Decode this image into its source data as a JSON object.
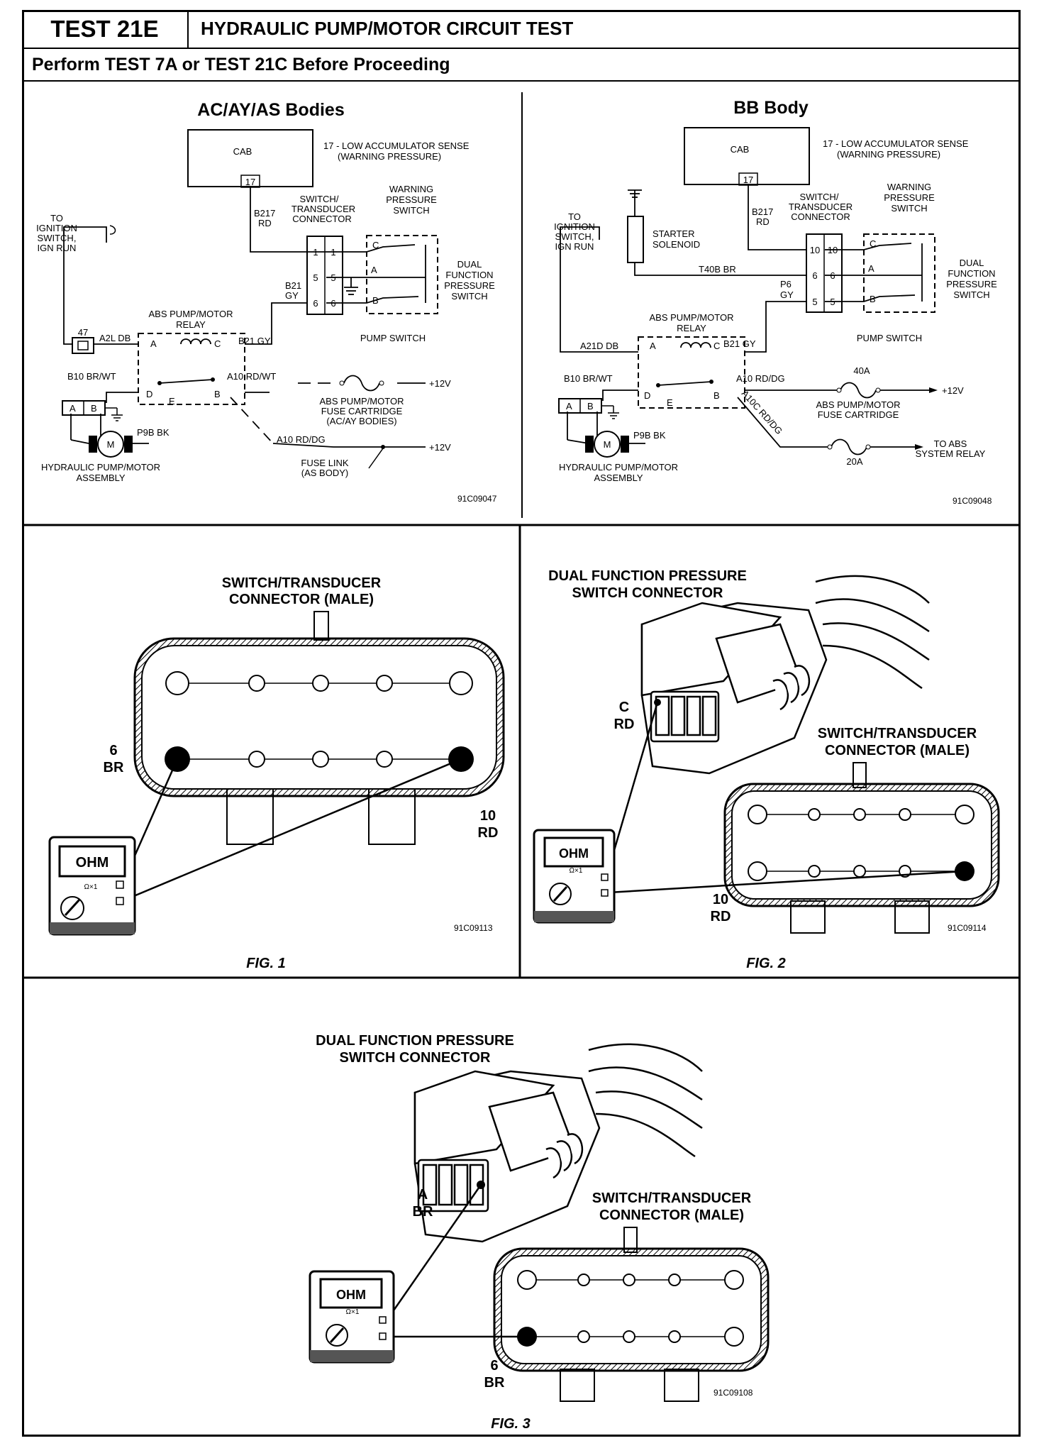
{
  "header": {
    "test_id": "TEST 21E",
    "title": "HYDRAULIC PUMP/MOTOR CIRCUIT TEST",
    "prerequisite": "Perform TEST 7A or TEST 21C Before Proceeding"
  },
  "schematic_left": {
    "heading": "AC/AY/AS Bodies",
    "cab": "CAB",
    "cab_pin": "17",
    "sense_note_1": "17 - LOW ACCUMULATOR SENSE",
    "sense_note_2": "(WARNING PRESSURE)",
    "wire_b217": "B217",
    "wire_b217_color": "RD",
    "connector_label_1": "SWITCH/",
    "connector_label_2": "TRANSDUCER",
    "connector_label_3": "CONNECTOR",
    "warning_label_1": "WARNING",
    "warning_label_2": "PRESSURE",
    "warning_label_3": "SWITCH",
    "ignition_1": "TO",
    "ignition_2": "IGNITION",
    "ignition_3": "SWITCH,",
    "ignition_4": "IGN RUN",
    "pins_left": [
      "1",
      "5",
      "6"
    ],
    "pins_right": [
      "1",
      "5",
      "6"
    ],
    "switch_pins": [
      "C",
      "A",
      "B"
    ],
    "dual_1": "DUAL",
    "dual_2": "FUNCTION",
    "dual_3": "PRESSURE",
    "dual_4": "SWITCH",
    "wire_b21": "B21",
    "wire_b21_color": "GY",
    "relay_label_1": "ABS PUMP/MOTOR",
    "relay_label_2": "RELAY",
    "pump_switch": "PUMP SWITCH",
    "fuse_47": "47",
    "wire_a2l": "A2L DB",
    "relay_a": "A",
    "relay_c": "C",
    "relay_d": "D",
    "relay_e": "E",
    "relay_b": "B",
    "wire_b21_gy": "B21 GY",
    "wire_b10": "B10 BR/WT",
    "wire_a10": "A10 RD/WT",
    "plus12": "+12V",
    "fuse_cart_1": "ABS PUMP/MOTOR",
    "fuse_cart_2": "FUSE CARTRIDGE",
    "fuse_cart_3": "(AC/AY BODIES)",
    "wire_a10_dg": "A10 RD/DG",
    "fuse_link_1": "FUSE LINK",
    "fuse_link_2": "(AS BODY)",
    "plug_a": "A",
    "plug_b": "B",
    "wire_p9b": "P9B BK",
    "motor": "M",
    "assembly_1": "HYDRAULIC PUMP/MOTOR",
    "assembly_2": "ASSEMBLY",
    "fig_id": "91C09047"
  },
  "schematic_right": {
    "heading": "BB Body",
    "cab": "CAB",
    "cab_pin": "17",
    "sense_note_1": "17 - LOW ACCUMULATOR SENSE",
    "sense_note_2": "(WARNING PRESSURE)",
    "wire_b217": "B217",
    "wire_b217_color": "RD",
    "connector_label_1": "SWITCH/",
    "connector_label_2": "TRANSDUCER",
    "connector_label_3": "CONNECTOR",
    "warning_label_1": "WARNING",
    "warning_label_2": "PRESSURE",
    "warning_label_3": "SWITCH",
    "ignition_1": "TO",
    "ignition_2": "IGNITION",
    "ignition_3": "SWITCH,",
    "ignition_4": "IGN RUN",
    "starter_1": "STARTER",
    "starter_2": "SOLENOID",
    "wire_t40b": "T40B BR",
    "pins_left": [
      "10",
      "6",
      "5"
    ],
    "pins_right": [
      "10",
      "6",
      "5"
    ],
    "switch_pins": [
      "C",
      "A",
      "B"
    ],
    "dual_1": "DUAL",
    "dual_2": "FUNCTION",
    "dual_3": "PRESSURE",
    "dual_4": "SWITCH",
    "wire_p6": "P6",
    "wire_p6_color": "GY",
    "relay_label_1": "ABS PUMP/MOTOR",
    "relay_label_2": "RELAY",
    "pump_switch": "PUMP SWITCH",
    "wire_a21d": "A21D DB",
    "relay_a": "A",
    "relay_c": "C",
    "relay_d": "D",
    "relay_e": "E",
    "relay_b": "B",
    "wire_b21_gy": "B21 GY",
    "wire_b10": "B10 BR/WT",
    "wire_a10": "A10 RD/DG",
    "fuse_40a": "40A",
    "plus12": "+12V",
    "fuse_cart_1": "ABS PUMP/MOTOR",
    "fuse_cart_2": "FUSE CARTRIDGE",
    "wire_a10c": "A10C RD/DG",
    "fuse_20a": "20A",
    "abs_relay_1": "TO ABS",
    "abs_relay_2": "SYSTEM RELAY",
    "plug_a": "A",
    "plug_b": "B",
    "wire_p9b": "P9B BK",
    "motor": "M",
    "assembly_1": "HYDRAULIC PUMP/MOTOR",
    "assembly_2": "ASSEMBLY",
    "fig_id": "91C09048"
  },
  "fig1": {
    "connector_title_1": "SWITCH/TRANSDUCER",
    "connector_title_2": "CONNECTOR (MALE)",
    "pin6_num": "6",
    "pin6_color": "BR",
    "pin10_num": "10",
    "pin10_color": "RD",
    "meter": "OHM",
    "range": "Ω×1",
    "fig_id": "91C09113",
    "caption": "FIG. 1"
  },
  "fig2": {
    "dual_title_1": "DUAL FUNCTION PRESSURE",
    "dual_title_2": "SWITCH CONNECTOR",
    "pinc_label": "C",
    "pinc_color": "RD",
    "connector_title_1": "SWITCH/TRANSDUCER",
    "connector_title_2": "CONNECTOR (MALE)",
    "pin10_num": "10",
    "pin10_color": "RD",
    "meter": "OHM",
    "range": "Ω×1",
    "fig_id": "91C09114",
    "caption": "FIG. 2"
  },
  "fig3": {
    "dual_title_1": "DUAL FUNCTION PRESSURE",
    "dual_title_2": "SWITCH CONNECTOR",
    "pina_label": "A",
    "pina_color": "BR",
    "connector_title_1": "SWITCH/TRANSDUCER",
    "connector_title_2": "CONNECTOR (MALE)",
    "pin6_num": "6",
    "pin6_color": "BR",
    "meter": "OHM",
    "range": "Ω×1",
    "fig_id": "91C09108",
    "caption": "FIG. 3"
  }
}
